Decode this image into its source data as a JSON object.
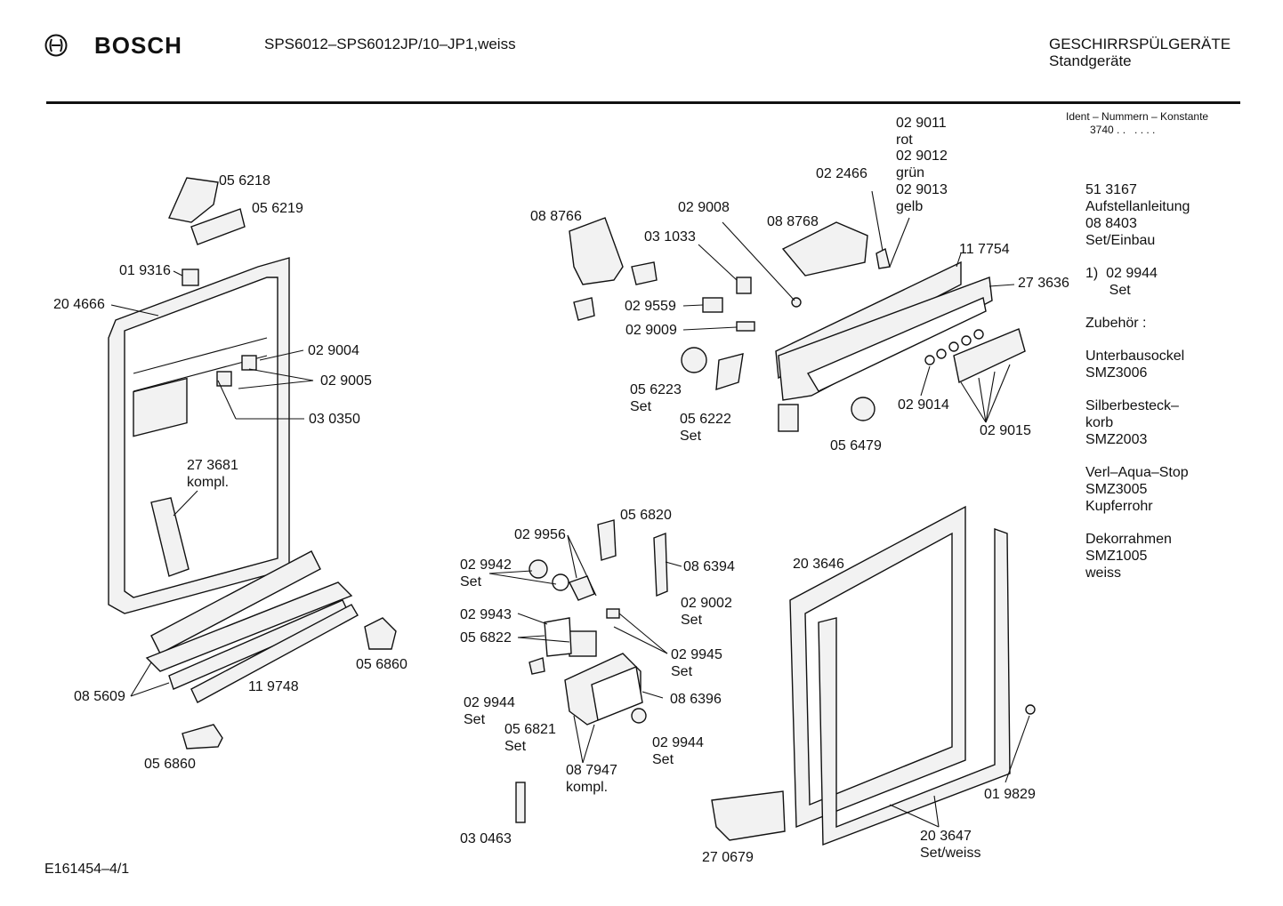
{
  "header": {
    "brand": "BOSCH",
    "model": "SPS6012–SPS6012JP/10–JP1,weiss",
    "category": "GESCHIRRSPÜLGERÄTE",
    "subcategory": "Standgeräte",
    "ident_title": "Ident – Nummern – Konstante",
    "ident_value": "3740 . .   . . . ."
  },
  "footer": {
    "doc_id": "E161454–4/1"
  },
  "sidebar": {
    "lines": [
      "51 3167",
      "Aufstellanleitung",
      "08 8403",
      "Set/Einbau",
      "1)  02 9944",
      "      Set",
      "Zubehör :",
      "Unterbausockel",
      "SMZ3006",
      "Silberbesteck–",
      "korb",
      "SMZ2003",
      "Verl–Aqua–Stop",
      "SMZ3005",
      "Kupferrohr",
      "Dekorrahmen",
      "SMZ1005",
      "weiss"
    ]
  },
  "labels": {
    "l056218": "05 6218",
    "l056219": "05 6219",
    "l019316": "01 9316",
    "l204666": "20 4666",
    "l029004": "02 9004",
    "l029005": "02 9005",
    "l030350": "03 0350",
    "l273681": "27 3681",
    "l273681b": "kompl.",
    "l088766": "08 8766",
    "l029008": "02 9008",
    "l031033": "03 1033",
    "l029559": "02 9559",
    "l029009": "02 9009",
    "l056223": "05 6223",
    "l056223b": "Set",
    "l056222": "05 6222",
    "l056222b": "Set",
    "l088768": "08 8768",
    "l022466": "02 2466",
    "l029011": "02 9011",
    "l029011b": "rot",
    "l029012": "02 9012",
    "l029012b": "grün",
    "l029013": "02 9013",
    "l029013b": "gelb",
    "l117754": "11 7754",
    "l273636": "27 3636",
    "l029014": "02 9014",
    "l029015": "02 9015",
    "l056479": "05 6479",
    "l085609": "08 5609",
    "l119748": "11 9748",
    "l056860a": "05 6860",
    "l056860b": "05 6860",
    "l056820": "05 6820",
    "l029956": "02 9956",
    "l029942": "02 9942",
    "l029942b": "Set",
    "l086394": "08 6394",
    "l029002": "02 9002",
    "l029002b": "Set",
    "l029943": "02 9943",
    "l056822": "05 6822",
    "l029945": "02 9945",
    "l029945b": "Set",
    "l029944a": "02 9944",
    "l029944ab": "Set",
    "l056821": "05 6821",
    "l056821b": "Set",
    "l086396": "08 6396",
    "l029944b": "02 9944",
    "l029944bb": "Set",
    "l087947": "08 7947",
    "l087947b": "kompl.",
    "l030463": "03 0463",
    "l203646": "20 3646",
    "l019829": "01 9829",
    "l203647": "20 3647",
    "l203647b": "Set/weiss",
    "l270679": "27 0679"
  }
}
